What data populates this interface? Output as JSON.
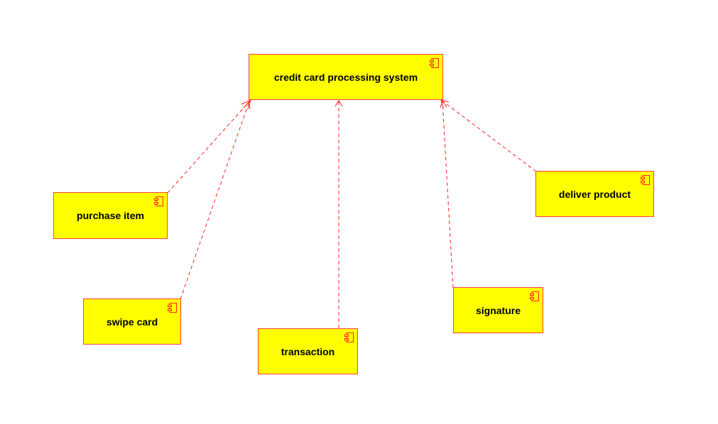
{
  "diagram": {
    "type": "component-dependency",
    "colors": {
      "component_fill": "#ffff00",
      "component_border": "#ff4040",
      "edge": "#ff2020",
      "label": "#000000"
    },
    "edge_style": "dashed-open-arrow",
    "components": {
      "main": {
        "label": "credit card processing system",
        "icon": "component-icon"
      },
      "purchase": {
        "label": "purchase item",
        "icon": "component-icon"
      },
      "swipe": {
        "label": "swipe card",
        "icon": "component-icon"
      },
      "transaction": {
        "label": "transaction",
        "icon": "component-icon"
      },
      "signature": {
        "label": "signature",
        "icon": "component-icon"
      },
      "deliver": {
        "label": "deliver product",
        "icon": "component-icon"
      }
    },
    "dependencies": [
      {
        "from": "purchase",
        "to": "main"
      },
      {
        "from": "swipe",
        "to": "main"
      },
      {
        "from": "transaction",
        "to": "main"
      },
      {
        "from": "signature",
        "to": "main"
      },
      {
        "from": "deliver",
        "to": "main"
      }
    ]
  }
}
